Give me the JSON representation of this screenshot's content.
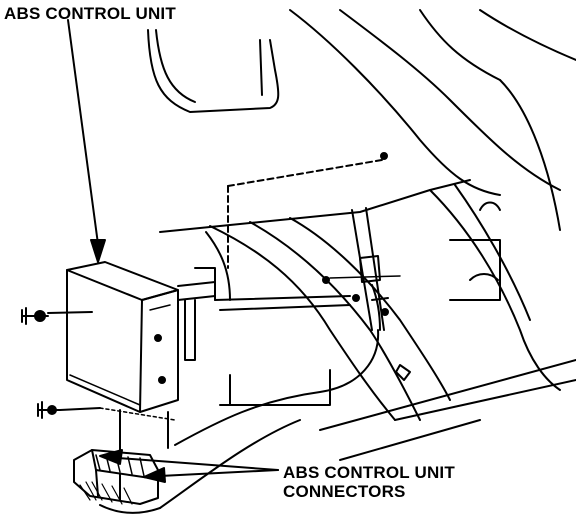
{
  "labels": {
    "control_unit": "ABS CONTROL UNIT",
    "connectors_line1": "ABS CONTROL UNIT",
    "connectors_line2": "CONNECTORS"
  },
  "colors": {
    "ink": "#000000",
    "background": "#ffffff"
  }
}
